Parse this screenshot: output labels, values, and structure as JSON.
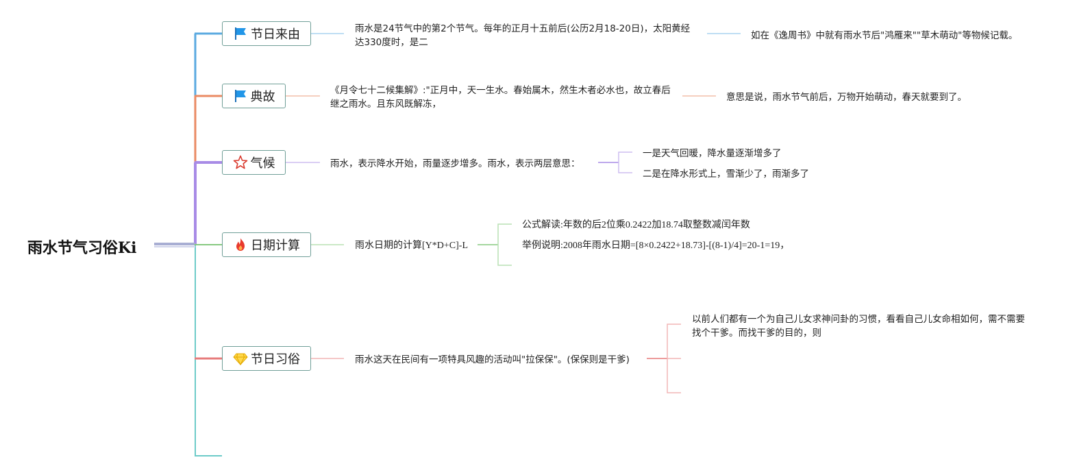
{
  "root": {
    "title": "雨水节气习俗Ki"
  },
  "branches": [
    {
      "label": "节日来由",
      "icon": "blue-flag-icon",
      "color": "#5aa9e0",
      "text": "雨水是24节气中的第2个节气。每年的正月十五前后(公历2月18-20日)，太阳黄经达330度时，是二",
      "children": [
        "如在《逸周书》中就有雨水节后\"鸿雁来\"\"草木萌动\"等物候记载。"
      ]
    },
    {
      "label": "典故",
      "icon": "blue-flag-icon",
      "color": "#ea8a63",
      "text": "《月令七十二候集解》:\"正月中，天一生水。春始属木，然生木者必水也，故立春后继之雨水。且东风既解冻，",
      "children": [
        "意思是说，雨水节气前后，万物开始萌动，春天就要到了。"
      ]
    },
    {
      "label": "气候",
      "icon": "red-star-icon",
      "color": "#a88be6",
      "text": "雨水，表示降水开始，雨量逐步增多。雨水，表示两层意思：",
      "children": [
        "一是天气回暖，降水量逐渐增多了",
        "二是在降水形式上，雪渐少了，雨渐多了"
      ]
    },
    {
      "label": "日期计算",
      "icon": "fire-icon",
      "color": "#86c97f",
      "text": "雨水日期的计算[Y*D+C]-L",
      "children": [
        "公式解读:年数的后2位乘0.2422加18.74取整数减闰年数",
        "举例说明:2008年雨水日期=[8×0.2422+18.73]-[(8-1)/4]=20-1=19，"
      ]
    },
    {
      "label": "节日习俗",
      "icon": "gem-icon",
      "color": "#e77c7c",
      "text": "雨水这天在民间有一项特具风趣的活动叫\"拉保保\"。(保保则是干爹)",
      "children": [
        "以前人们都有一个为自己儿女求神问卦的习惯，看看自己儿女命相如何，需不需要找个干爹。而找干爹的目的，则"
      ]
    }
  ],
  "colors": {
    "empty_branch": "#6ccbc8",
    "root_line": "#a8aed3",
    "border": "#6f9e97"
  }
}
